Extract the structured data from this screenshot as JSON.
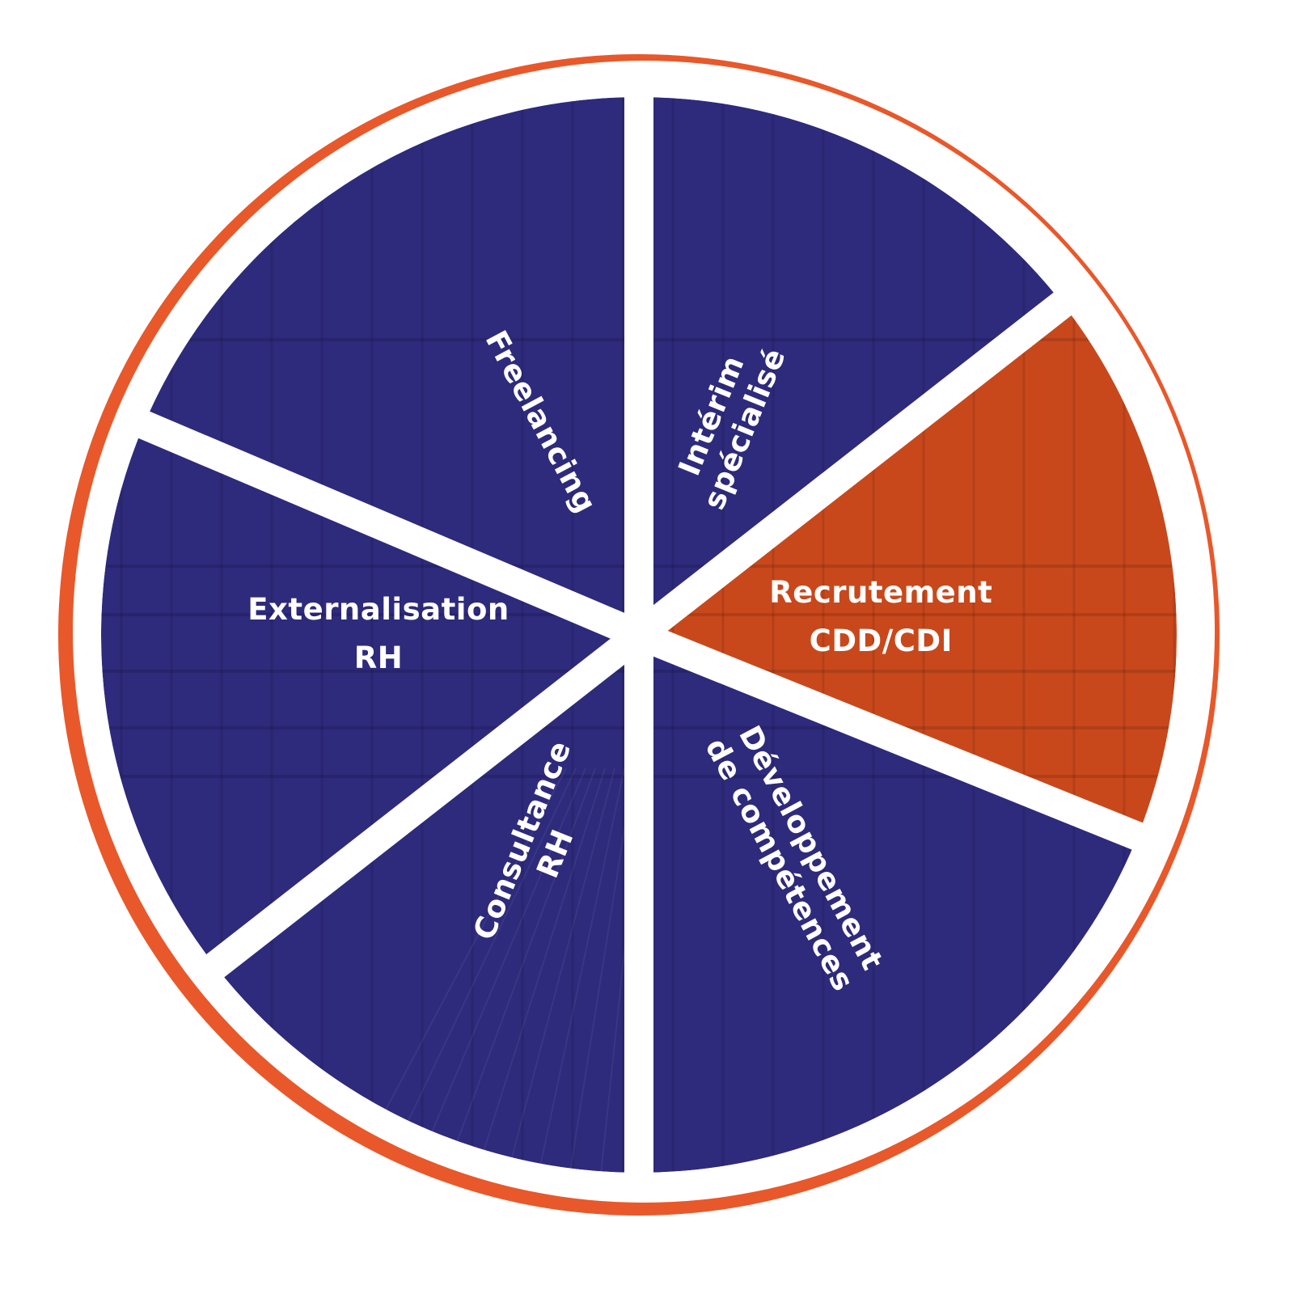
{
  "colors": {
    "background": "#ffffff",
    "ring": "#e8582a",
    "segment_blue": "#2e2a7c",
    "segment_orange": "#c8481c",
    "separator": "#ffffff",
    "label": "#ffffff"
  },
  "segments": [
    {
      "id": "freelancing",
      "lines": [
        "Freelancing"
      ],
      "color": "#2e2a7c",
      "active": false
    },
    {
      "id": "interim",
      "lines": [
        "Intérim",
        "spécialisé"
      ],
      "color": "#2e2a7c",
      "active": false
    },
    {
      "id": "recrutement",
      "lines": [
        "Recrutement",
        "CDD/CDI"
      ],
      "color": "#c8481c",
      "active": true
    },
    {
      "id": "developpement",
      "lines": [
        "Développement",
        "de compétences"
      ],
      "color": "#2e2a7c",
      "active": false
    },
    {
      "id": "consultance",
      "lines": [
        "Consultance",
        "RH"
      ],
      "color": "#2e2a7c",
      "active": false
    },
    {
      "id": "externalisation",
      "lines": [
        "Externalisation",
        "RH"
      ],
      "color": "#2e2a7c",
      "active": false
    }
  ]
}
